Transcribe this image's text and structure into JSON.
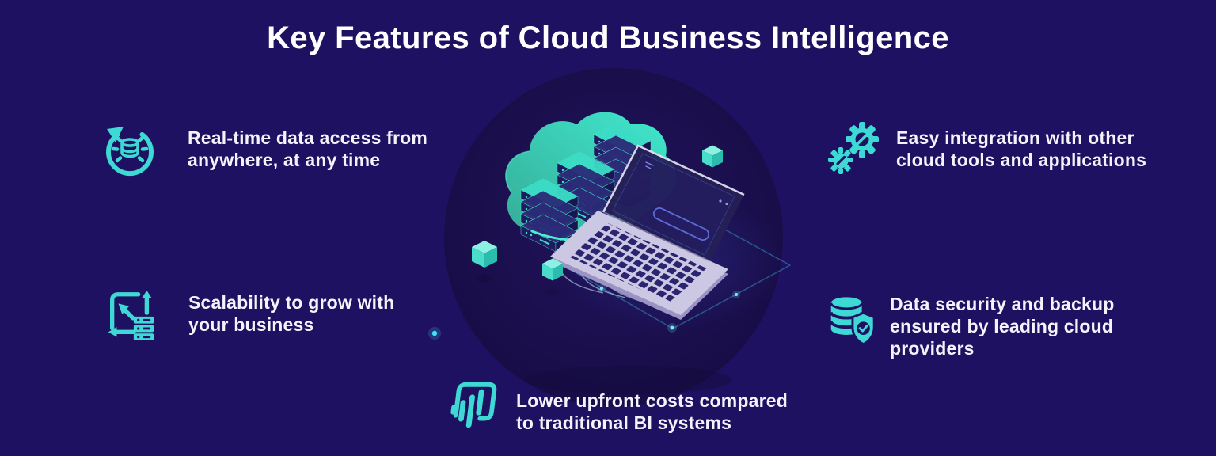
{
  "title": "Key Features of Cloud Business Intelligence",
  "features": [
    {
      "icon": "realtime-sync-database-icon",
      "text": "Real-time data access from anywhere, at any time"
    },
    {
      "icon": "scalability-expand-arrows-icon",
      "text": "Scalability to grow with your business"
    },
    {
      "icon": "integration-gears-icon",
      "text": "Easy integration with other cloud tools and applications"
    },
    {
      "icon": "database-shield-check-icon",
      "text": "Data security and backup ensured by leading cloud providers"
    },
    {
      "icon": "power-bi-icon",
      "text": "Lower upfront costs compared to traditional BI systems"
    }
  ],
  "illustration": {
    "elements": [
      "cloud-server-racks",
      "laptop",
      "connection-cables",
      "floating-cubes",
      "glow-platform"
    ]
  },
  "colors": {
    "background": "#1f1161",
    "accent_teal": "#3ed9d4",
    "cloud_teal_light": "#41e9cf",
    "cloud_teal_dark": "#35ab97",
    "text": "#f4f3fb",
    "laptop_body": "#ccc7e2",
    "server_navy": "#1f1b5e"
  }
}
